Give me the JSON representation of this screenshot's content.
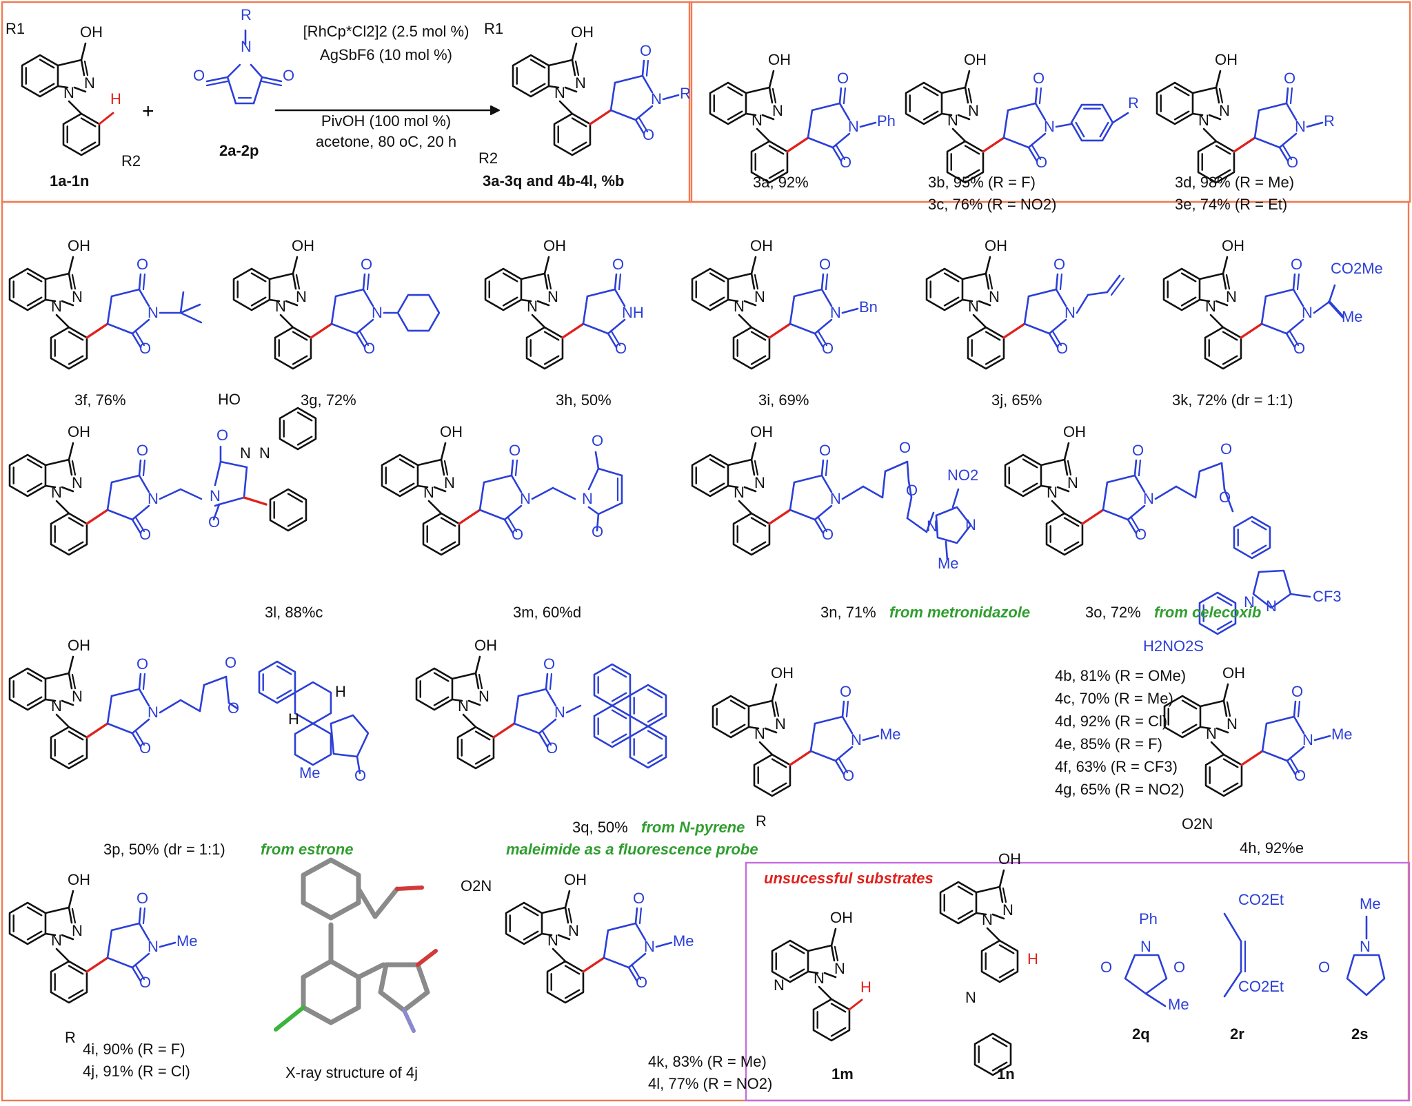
{
  "colors": {
    "frame_orange": "#f07a52",
    "frame_purple": "#c56de0",
    "reagent_blue": "#2b3fd8",
    "new_bond_red": "#e0211c",
    "highlight_green": "#2f9e2f"
  },
  "scheme": {
    "sm1_label": "1a-1n",
    "sm2_label": "2a-2p",
    "cond_line1": "[RhCp*Cl2]2 (2.5 mol %)",
    "cond_line2": "AgSbF6 (10 mol %)",
    "cond_line3": "PivOH (100 mol %)",
    "cond_line4": "acetone, 80 oC, 20 h",
    "product_label": "3a-3q and 4b-4l, %b"
  },
  "products": [
    {
      "id": "3a",
      "text": "3a, 92%"
    },
    {
      "id": "3b",
      "text": "3b, 95% (R = F)"
    },
    {
      "id": "3c",
      "text": "3c, 76% (R = NO2)"
    },
    {
      "id": "3d",
      "text": "3d, 98% (R = Me)"
    },
    {
      "id": "3e",
      "text": "3e, 74% (R = Et)"
    },
    {
      "id": "3f",
      "text": "3f, 76%"
    },
    {
      "id": "3g",
      "text": "3g, 72%"
    },
    {
      "id": "3h",
      "text": "3h, 50%"
    },
    {
      "id": "3i",
      "text": "3i, 69%"
    },
    {
      "id": "3j",
      "text": "3j, 65%"
    },
    {
      "id": "3k",
      "text": "3k, 72% (dr = 1:1)"
    },
    {
      "id": "3l",
      "text": "3l, 88%c"
    },
    {
      "id": "3m",
      "text": "3m, 60%d"
    },
    {
      "id": "3n",
      "text": "3n, 71%",
      "note": "from metronidazole"
    },
    {
      "id": "3o",
      "text": "3o, 72%",
      "note": "from celecoxib"
    },
    {
      "id": "3p",
      "text": "3p, 50% (dr = 1:1)",
      "note": "from estrone"
    },
    {
      "id": "3q",
      "text": "3q, 50%",
      "note": "from N-pyrene",
      "note2": "maleimide as a fluorescence probe"
    },
    {
      "id": "4b",
      "text": "4b, 81% (R = OMe)"
    },
    {
      "id": "4c",
      "text": "4c, 70% (R = Me)"
    },
    {
      "id": "4d",
      "text": "4d, 92% (R = Cl)"
    },
    {
      "id": "4e",
      "text": "4e, 85% (R = F)"
    },
    {
      "id": "4f",
      "text": "4f,  63% (R = CF3)"
    },
    {
      "id": "4g",
      "text": "4g, 65% (R = NO2)"
    },
    {
      "id": "4h",
      "text": "4h, 92%e"
    },
    {
      "id": "4i",
      "text": "4i, 90% (R = F)"
    },
    {
      "id": "4j",
      "text": "4j, 91% (R = Cl)"
    },
    {
      "id": "4k",
      "text": "4k, 83% (R = Me)"
    },
    {
      "id": "4l",
      "text": "4l, 77% (R = NO2)"
    }
  ],
  "xray_caption": "X-ray structure of 4j",
  "unsuccessful": {
    "title": "unsucessful substrates",
    "labels": [
      "1m",
      "1n",
      "2q",
      "2r",
      "2s"
    ]
  },
  "atoms": {
    "OH": "OH",
    "N": "N",
    "O": "O",
    "NH": "NH",
    "R": "R",
    "Ph": "Ph",
    "Me": "Me",
    "Bn": "Bn",
    "H": "H",
    "R1": "R1",
    "R2": "R2",
    "CO2Me": "CO2Me",
    "CO2Et": "CO2Et",
    "NO2": "NO2",
    "O2N": "O2N",
    "CF3": "CF3",
    "H2NO2S": "H2NO2S",
    "HO": "HO"
  }
}
